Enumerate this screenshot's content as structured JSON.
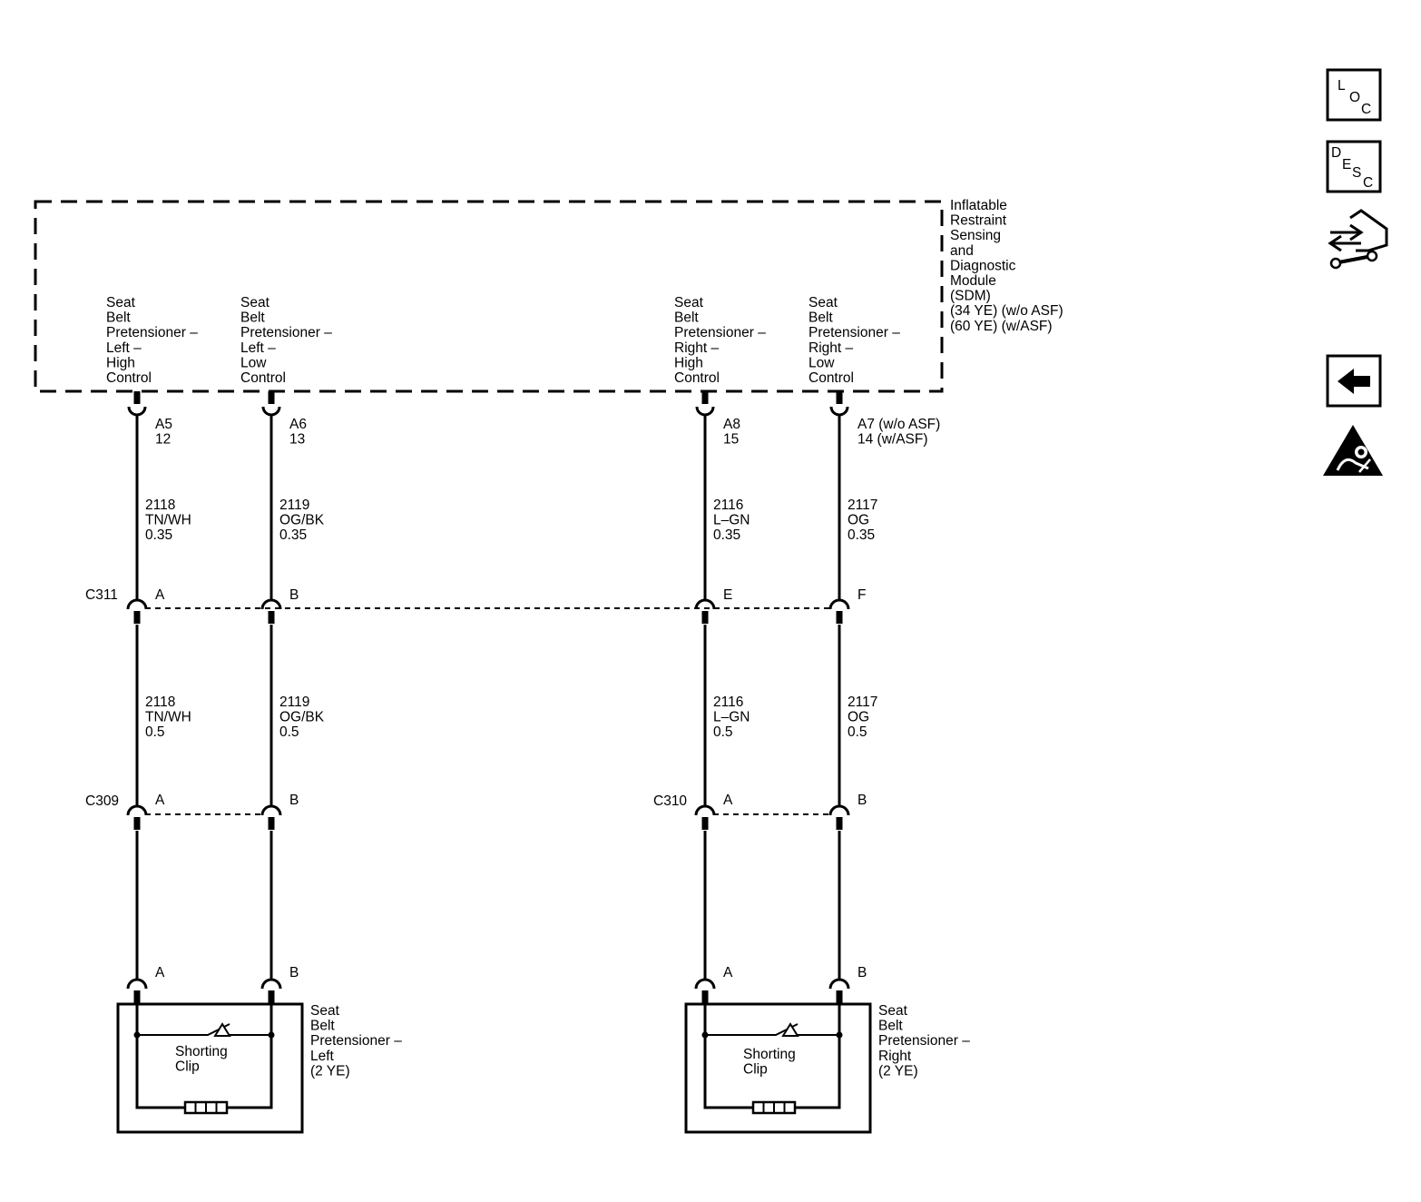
{
  "module": {
    "name_lines": [
      "Inflatable",
      "Restraint",
      "Sensing",
      "and",
      "Diagnostic",
      "Module",
      "(SDM)",
      "(34 YE) (w/o ASF)",
      "(60 YE) (w/ASF)"
    ]
  },
  "circuits": [
    {
      "id": "left-high",
      "function_lines": [
        "Seat",
        "Belt",
        "Pretensioner –",
        "Left –",
        "High",
        "Control"
      ],
      "sdm_pin_lines": [
        "A5",
        "12"
      ],
      "upper_wire": [
        "2118",
        "TN/WH",
        "0.35"
      ],
      "c311_pin": "A",
      "lower_wire": [
        "2118",
        "TN/WH",
        "0.5"
      ],
      "inline_pin": "A",
      "device_pin": "A"
    },
    {
      "id": "left-low",
      "function_lines": [
        "Seat",
        "Belt",
        "Pretensioner –",
        "Left –",
        "Low",
        "Control"
      ],
      "sdm_pin_lines": [
        "A6",
        "13"
      ],
      "upper_wire": [
        "2119",
        "OG/BK",
        "0.35"
      ],
      "c311_pin": "B",
      "lower_wire": [
        "2119",
        "OG/BK",
        "0.5"
      ],
      "inline_pin": "B",
      "device_pin": "B"
    },
    {
      "id": "right-high",
      "function_lines": [
        "Seat",
        "Belt",
        "Pretensioner –",
        "Right –",
        "High",
        "Control"
      ],
      "sdm_pin_lines": [
        "A8",
        "15"
      ],
      "upper_wire": [
        "2116",
        "L–GN",
        "0.35"
      ],
      "c311_pin": "E",
      "lower_wire": [
        "2116",
        "L–GN",
        "0.5"
      ],
      "inline_pin": "A",
      "device_pin": "A"
    },
    {
      "id": "right-low",
      "function_lines": [
        "Seat",
        "Belt",
        "Pretensioner –",
        "Right –",
        "Low",
        "Control"
      ],
      "sdm_pin_lines": [
        "A7 (w/o ASF)",
        "14 (w/ASF)"
      ],
      "upper_wire": [
        "2117",
        "OG",
        "0.35"
      ],
      "c311_pin": "F",
      "lower_wire": [
        "2117",
        "OG",
        "0.5"
      ],
      "inline_pin": "B",
      "device_pin": "B"
    }
  ],
  "connectors": {
    "c311": "C311",
    "c309": "C309",
    "c310": "C310"
  },
  "devices": [
    {
      "id": "left",
      "name_lines": [
        "Seat",
        "Belt",
        "Pretensioner –",
        "Left",
        "(2 YE)"
      ],
      "clip_lines": [
        "Shorting",
        "Clip"
      ]
    },
    {
      "id": "right",
      "name_lines": [
        "Seat",
        "Belt",
        "Pretensioner –",
        "Right",
        "(2 YE)"
      ],
      "clip_lines": [
        "Shorting",
        "Clip"
      ]
    }
  ],
  "nav": {
    "loc": [
      "L",
      "O",
      "C"
    ],
    "desc": [
      "D",
      "E",
      "S",
      "C"
    ],
    "icons": [
      "connector-end-view-icon",
      "back-arrow-icon",
      "airbag-warning-icon"
    ]
  }
}
